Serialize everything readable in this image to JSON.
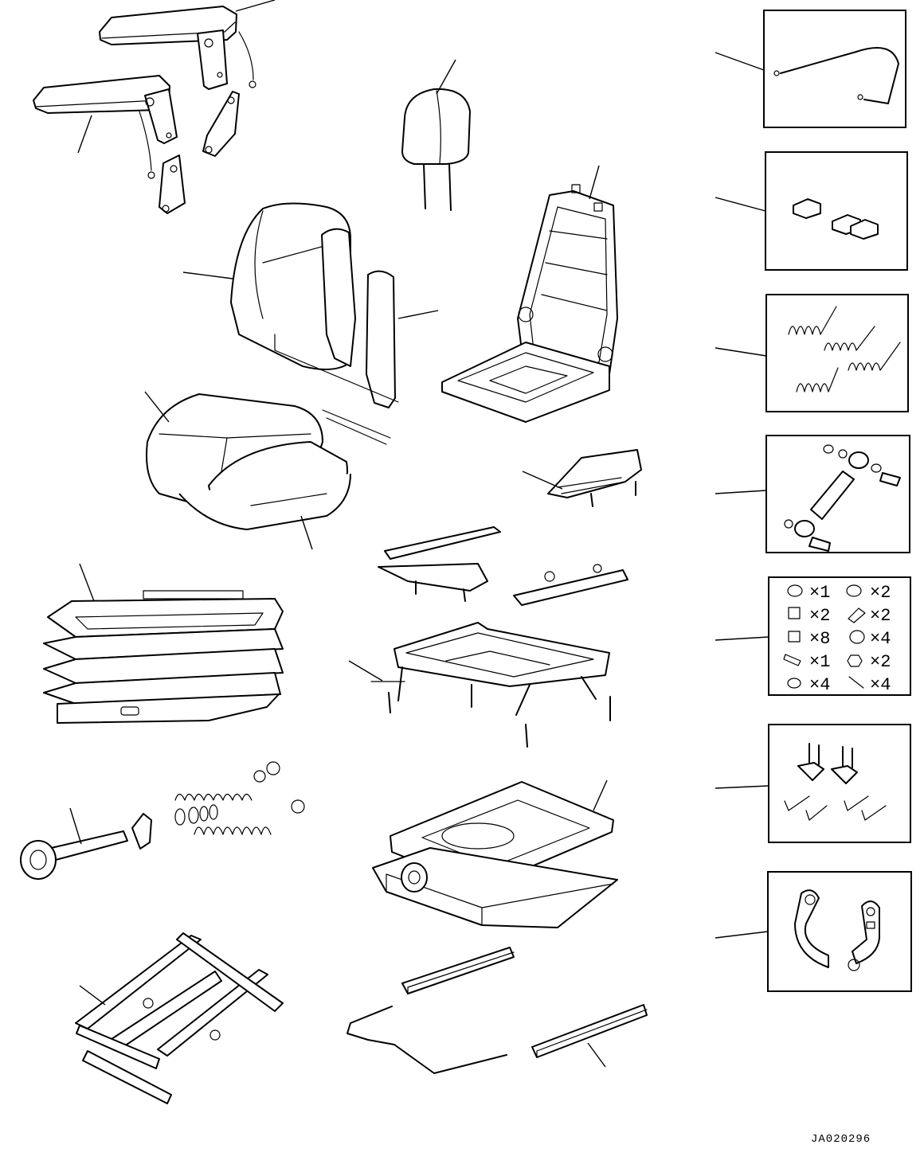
{
  "drawing_code": "JA020296",
  "hardware_kit": {
    "quantities": [
      "×1",
      "×2",
      "×2",
      "×2",
      "×8",
      "×4",
      "×1",
      "×2",
      "×4",
      "×4"
    ]
  },
  "parts": [
    "armrest-right",
    "armrest-left",
    "headrest",
    "backrest-cushion",
    "backrest-frame",
    "seat-cushion",
    "slide-rails",
    "suspension-bellows",
    "spring-adjuster",
    "suspension-base",
    "scissor-linkage",
    "rail-assembly",
    "release-bar"
  ]
}
